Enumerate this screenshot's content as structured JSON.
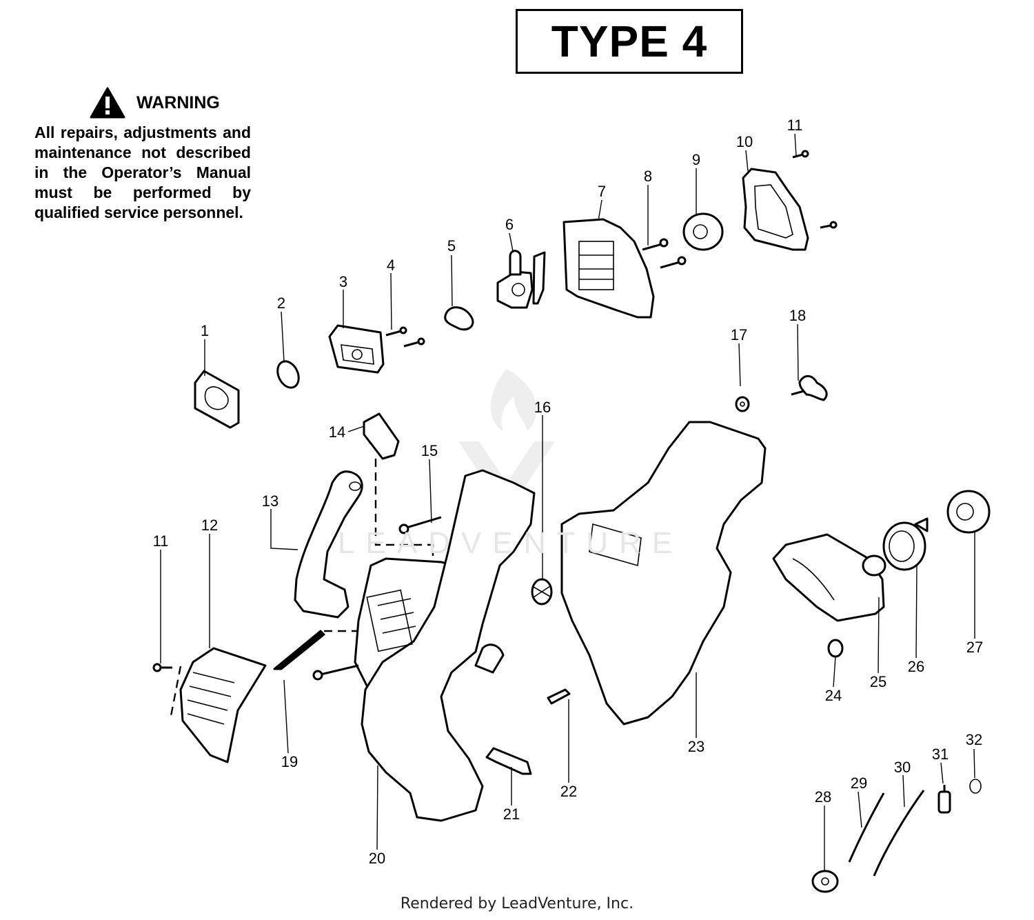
{
  "title": "TYPE 4",
  "warning": {
    "heading": "WARNING",
    "text": "All repairs, adjustments and maintenance not described in the Operator’s Manual must be performed by qualified service personnel."
  },
  "watermark": "LEADVENTURE",
  "footer": "Rendered by LeadVenture, Inc.",
  "callouts": [
    "1",
    "2",
    "3",
    "4",
    "5",
    "6",
    "7",
    "8",
    "9",
    "10",
    "11",
    "11",
    "12",
    "13",
    "14",
    "15",
    "16",
    "17",
    "18",
    "19",
    "20",
    "21",
    "22",
    "23",
    "24",
    "25",
    "26",
    "27",
    "28",
    "29",
    "30",
    "31",
    "32"
  ]
}
